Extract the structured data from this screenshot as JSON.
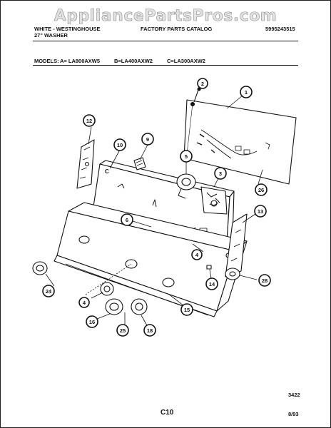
{
  "watermark": "AppliancePartsPros.com",
  "header": {
    "brand": "WHITE - WESTINGHOUSE",
    "product": "27\" WASHER",
    "catalog": "FACTORY PARTS CATALOG",
    "part_number": "5995243515"
  },
  "models": {
    "label": "MODELS:",
    "a": "A= LA800AXW5",
    "b": "B=LA400AXW2",
    "c": "C=LA300AXW2"
  },
  "panel_label": "C",
  "callouts": [
    "1",
    "2",
    "3",
    "5",
    "6",
    "9",
    "10",
    "12",
    "13",
    "14",
    "15",
    "16",
    "18",
    "4",
    "4",
    "24",
    "25",
    "26",
    "28"
  ],
  "footer": {
    "page": "C10",
    "drawing_no": "3422",
    "date": "8/93"
  }
}
